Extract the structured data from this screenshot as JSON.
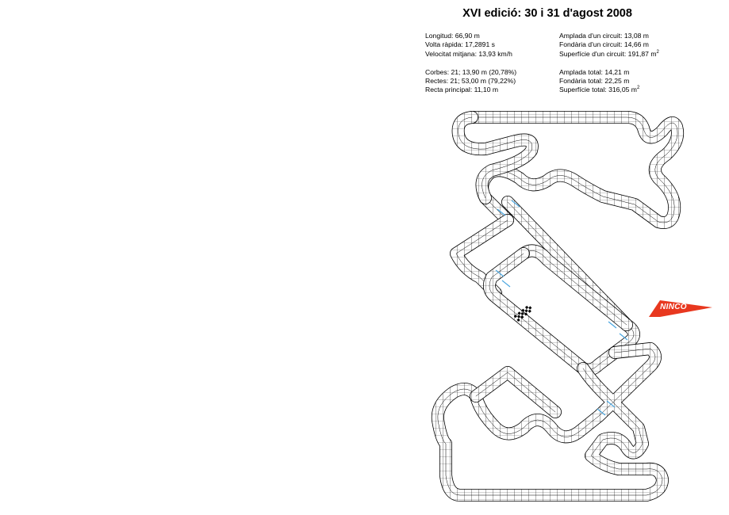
{
  "header": {
    "title": "XVI edició: 30 i 31 d'agost 2008"
  },
  "stats_left": [
    "Longitud: 66,90 m",
    "Volta ràpida: 17,2891 s",
    "Velocitat mitjana: 13,93 km/h",
    "Corbes: 21; 13,90 m (20,78%)",
    "Rectes: 21; 53,00 m (79,22%)",
    "Recta principal: 11,10 m"
  ],
  "stats_right": [
    "Amplada d'un circuit: 13,08 m",
    "Fondària d'un circuit: 14,66 m",
    {
      "text": "Superfície d'un circuit: 191,87 m",
      "unit_sup": "2"
    },
    "Amplada total: 14,21 m",
    "Fondària total: 22,25 m",
    {
      "text": "Superfície total: 316,05 m",
      "unit_sup": "2"
    }
  ],
  "logo": {
    "text": "NINCO",
    "color": "#e8381f"
  },
  "colors": {
    "track_line": "#000000",
    "bridge_marker": "#4aa6e0",
    "start_grid": "#000000"
  }
}
